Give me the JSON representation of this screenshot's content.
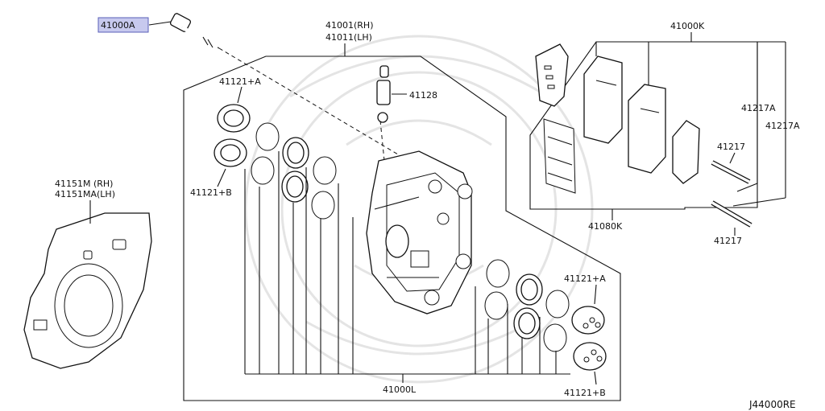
{
  "diagram_code": "J44000RE",
  "highlight_color": "#c7c9ee",
  "labels": {
    "bolt": "41000A",
    "caliper_rh": "41001(RH)",
    "caliper_lh": "41011(LH)",
    "pad_kit": "41000K",
    "bleeder": "41128",
    "piston_a_top": "41121+A",
    "piston_b_left": "41121+B",
    "plate_rh": "41151M (RH)",
    "plate_lh": "41151MA(LH)",
    "pin_a1": "41217A",
    "pin_a2": "41217A",
    "pin_1": "41217",
    "pin_2": "41217",
    "shim_kit": "41080K",
    "seal_kit": "41000L",
    "piston_a_right": "41121+A",
    "piston_b_right": "41121+B"
  }
}
